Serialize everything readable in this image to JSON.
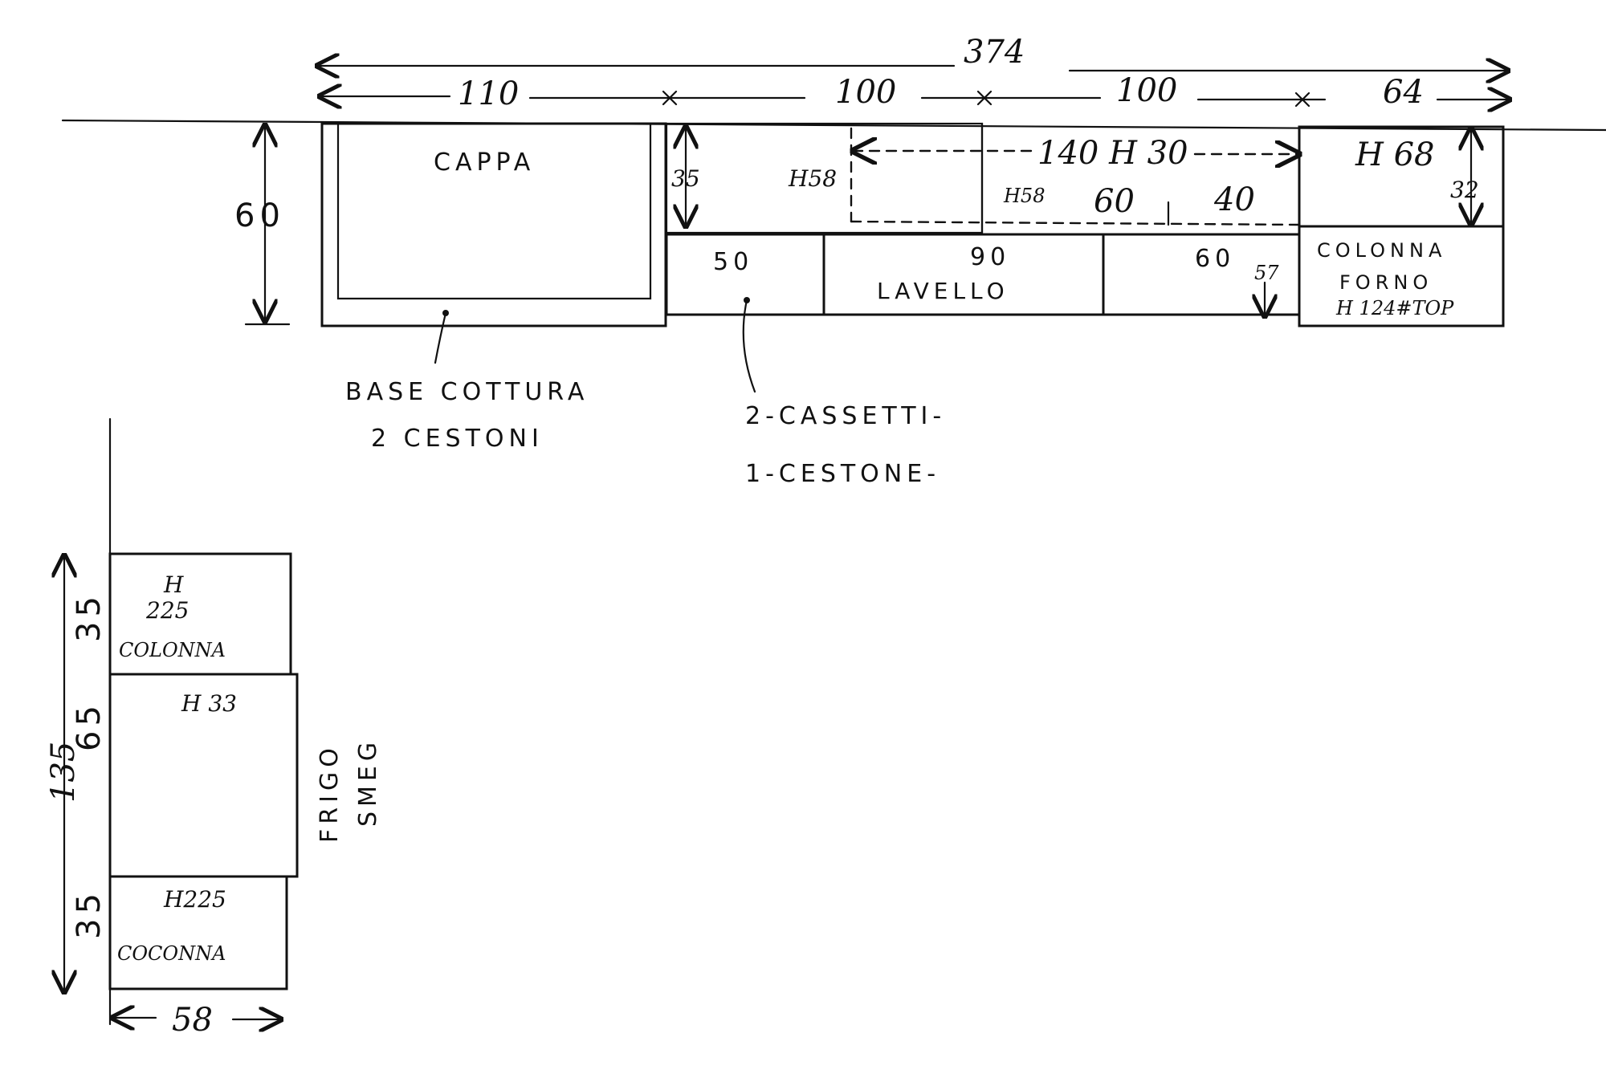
{
  "dimensions": {
    "total": "374",
    "seg_110": "110",
    "seg_100_a": "100",
    "seg_100_b": "100",
    "seg_64": "64",
    "depth_60": "60",
    "h35": "35",
    "h58_a": "H58",
    "dashed_span": "140 H 30",
    "h58_b": "H58",
    "split_60": "60",
    "split_40": "40",
    "h68": "H 68",
    "h32": "32",
    "w50": "50",
    "w90": "90",
    "w60": "60",
    "h57": "57"
  },
  "labels": {
    "cappa": "CAPPA",
    "lavello": "LAVELLO",
    "colonna": "COLONNA",
    "forno": "FORNO",
    "forno_height": "H 124#TOP",
    "base_cottura": "BASE COTTURA",
    "cestoni": "2 CESTONI",
    "cassetti": "2-CASSETTI-",
    "cestone": "1-CESTONE-"
  },
  "side": {
    "total": "135",
    "seg_35_top": "35",
    "seg_65": "65",
    "seg_35_bottom": "35",
    "top_h": "H",
    "top_h_value": "225",
    "top_colonna": "COLONNA",
    "fridge_h": "H 33",
    "frigo": "FRIGO",
    "smeg": "SMEG",
    "bottom_h": "H225",
    "bottom_colonna": "COCONNA",
    "width": "58"
  }
}
